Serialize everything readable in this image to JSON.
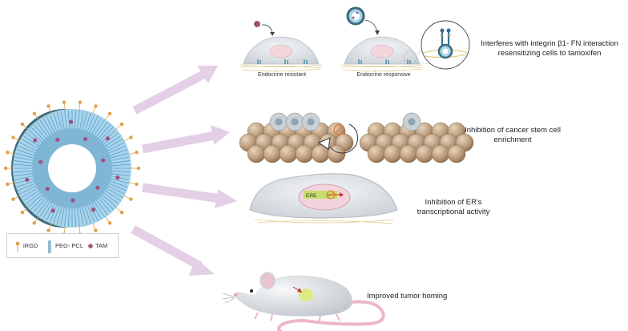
{
  "outcomes": {
    "integrin": "Interferes with integrin β1- FN interaction resensitizing cells to tamoxifen",
    "stem_cell": "Inhibition of cancer stem cell enrichment",
    "er": "Inhibition of ER's transcriptional activity",
    "tumor": "Improved tumor homing"
  },
  "panel1": {
    "left_label": "Endocrine resistant",
    "right_label": "Endocrine responsive"
  },
  "panel3": {
    "nucleus_label": "ERE"
  },
  "legend": {
    "items": [
      {
        "label": "iRGD",
        "icon": "irgd-icon"
      },
      {
        "label": "PEG- PCL",
        "icon": "peg-pcl-icon"
      },
      {
        "label": "TAM",
        "icon": "tam-icon"
      }
    ]
  },
  "colors": {
    "arrow": "#e4cfe6",
    "micelle_inner": "#7fb6d6",
    "micelle_outer": "#a9d4ec",
    "micelle_shadow": "#3e6a7a",
    "irgd": "#e0a04a",
    "tam": "#a0527e",
    "cell_ball": "#c4a98a",
    "mouse_body": "#e3e7ea",
    "mouse_tail": "#ecb6c9"
  }
}
